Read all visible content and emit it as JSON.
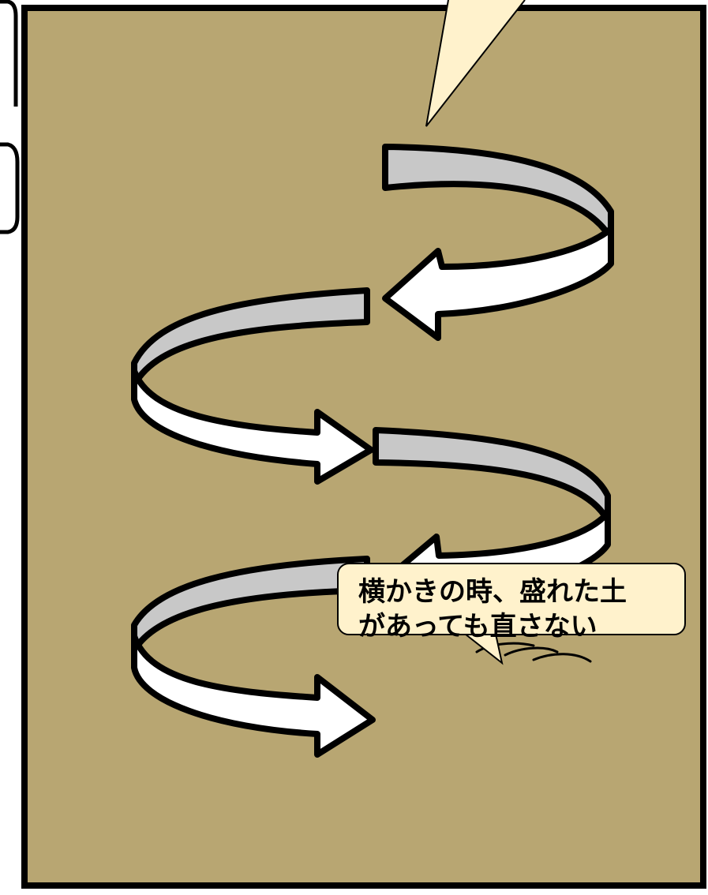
{
  "colors": {
    "background": "#b8a672",
    "frame": "#000000",
    "callout_fill": "#fff2cc",
    "band_front": "#ffffff",
    "band_back": "#c8c8c8"
  },
  "callout": {
    "line1": "横かきの時、盛れた土",
    "line2": "があっても直さない"
  },
  "icons": [
    "spiral-arrow",
    "soil-mound-marks"
  ]
}
